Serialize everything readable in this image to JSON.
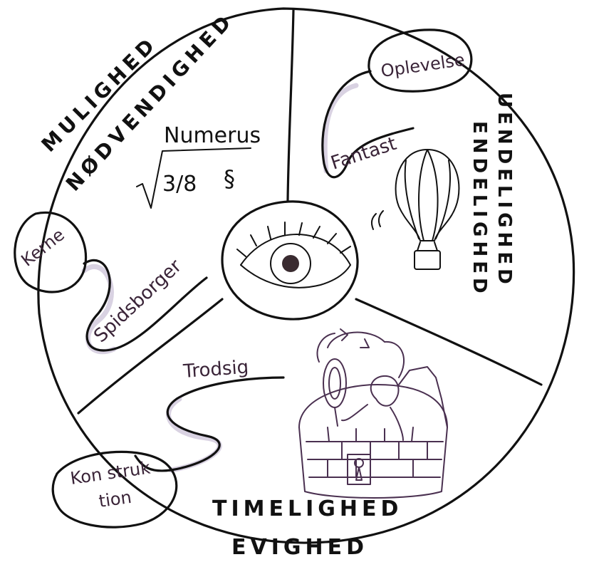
{
  "quadrants": {
    "top_left": {
      "heading_outer": "MULIGHED",
      "heading_inner": "NØDVENDIGHED",
      "formula": {
        "numerator": "Numerus",
        "fraction": "3/8",
        "symbol": "§"
      },
      "bubble": "Kerne",
      "path_label": "Spidsborger"
    },
    "top_right": {
      "heading_outer": "UENDELIGHED",
      "heading_inner": "ENDELIGHED",
      "bubble": "Oplevelse",
      "path_label": "Fantast"
    },
    "bottom": {
      "heading_outer": "TIMELIGHED",
      "heading_inner": "EVIGHED",
      "bubble_line1": "Kon struk",
      "bubble_line2": "tion",
      "path_label": "Trodsig"
    }
  },
  "colors": {
    "ink": "#111111",
    "script_ink": "#3a2438",
    "shadow": "#c9bfd6"
  }
}
